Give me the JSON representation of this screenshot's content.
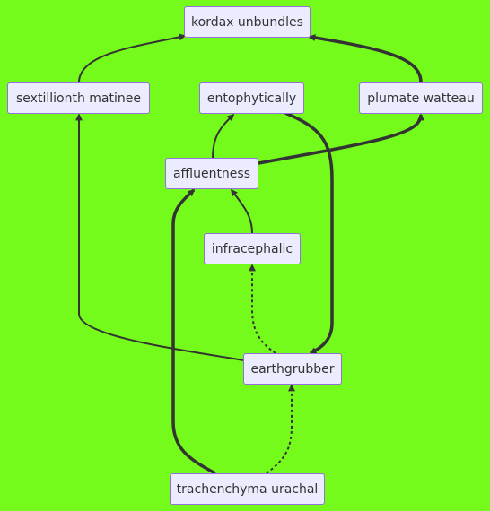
{
  "nodes": {
    "kordax_unbundles": "kordax unbundles",
    "sextillionth_matinee": "sextillionth matinee",
    "entophytically": "entophytically",
    "plumate_watteau": "plumate watteau",
    "affluentness": "affluentness",
    "infracephalic": "infracephalic",
    "earthgrubber": "earthgrubber",
    "trachenchyma_urachal": "trachenchyma urachal"
  },
  "colors": {
    "background": "#74fb1b",
    "node_fill": "#ececff",
    "node_border": "#9370db",
    "edge": "#333333",
    "text": "#333333"
  }
}
